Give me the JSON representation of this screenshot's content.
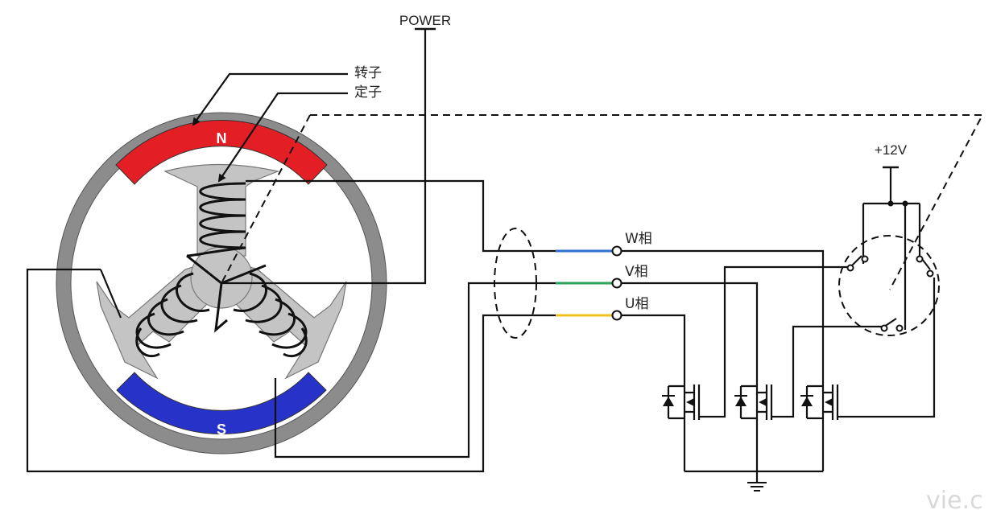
{
  "labels": {
    "power": "POWER",
    "rotor": "转子",
    "stator": "定子",
    "north": "N",
    "south": "S",
    "supply": "+12V",
    "phase_w": "W相",
    "phase_v": "V相",
    "phase_u": "U相",
    "watermark": "vie.c"
  },
  "colors": {
    "ring": "#8c8c8c",
    "stator": "#c4c4c4",
    "north": "#e31e24",
    "south": "#2733c8",
    "wire_w": "#2f6fd0",
    "wire_v": "#2ea05a",
    "wire_u": "#f0c020"
  }
}
